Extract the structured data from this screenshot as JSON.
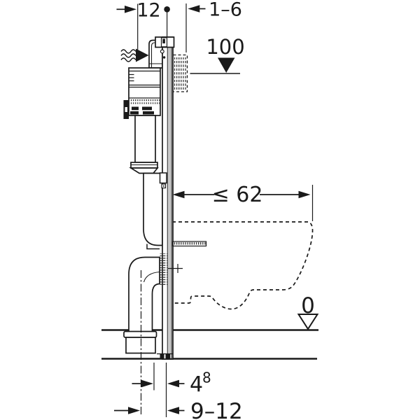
{
  "diagram": {
    "labels": {
      "top_depth": "12",
      "top_gap": "1–6",
      "height_marker": "100",
      "bowl_depth_max": "≤ 62",
      "floor_zero": "0",
      "outlet_offset_main": "4",
      "outlet_offset_sup": "8",
      "outlet_center_range": "9–12"
    },
    "colors": {
      "line": "#1a1a1a",
      "rail_gray": "#c8c8c8",
      "background": "#ffffff"
    }
  }
}
